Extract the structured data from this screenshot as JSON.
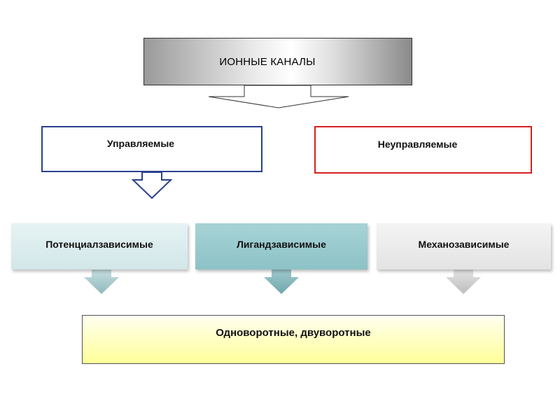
{
  "diagram": {
    "title": "ИОННЫЕ КАНАЛЫ",
    "managed": "Управляемые",
    "unmanaged": "Неуправляемые",
    "types": {
      "voltage": "Потенциалзависимые",
      "ligand": "Лигандзависимые",
      "mechano": "Механозависимые"
    },
    "gates": "Одноворотные, двуворотные"
  },
  "colors": {
    "managed_border": "#2b3f8f",
    "unmanaged_border": "#d82020",
    "voltage_fill": "#d2e6e8",
    "ligand_fill": "#8cc2c6",
    "mechano_fill": "#e3e3e3",
    "gates_fill": "#ffff99"
  }
}
